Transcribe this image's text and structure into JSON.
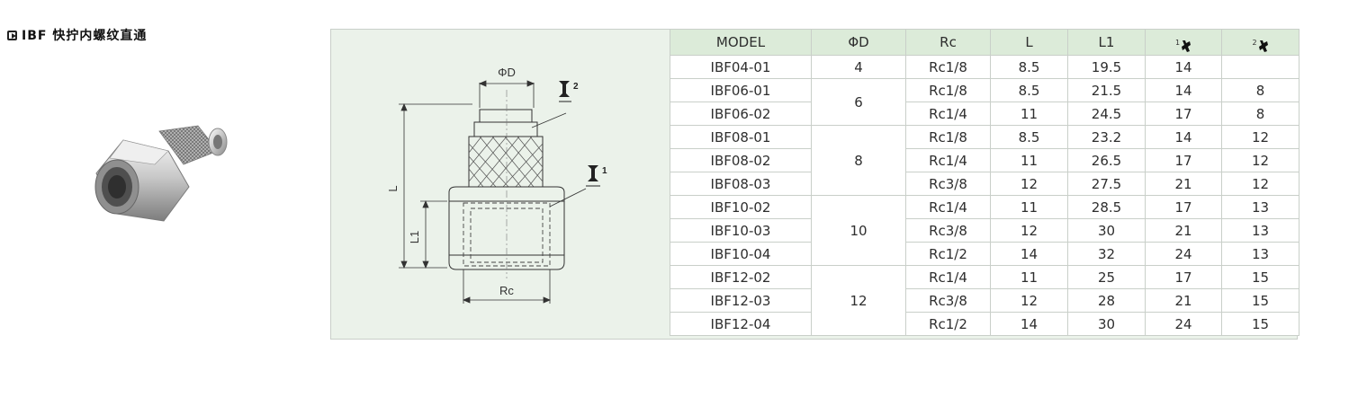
{
  "title": "IBF 快拧内螺纹直通",
  "drawing_labels": {
    "phi_d": "ΦD",
    "wrench_2": "2",
    "wrench_1": "1",
    "l": "L",
    "l1": "L1",
    "rc": "Rc"
  },
  "table": {
    "headers": [
      "MODEL",
      "ΦD",
      "Rc",
      "L",
      "L1",
      "1",
      "2"
    ],
    "groups": [
      {
        "phi_d": "4",
        "rows": [
          {
            "model": "IBF04-01",
            "rc": "Rc1/8",
            "l": "8.5",
            "l1": "19.5",
            "w1": "14",
            "w2": ""
          }
        ]
      },
      {
        "phi_d": "6",
        "rows": [
          {
            "model": "IBF06-01",
            "rc": "Rc1/8",
            "l": "8.5",
            "l1": "21.5",
            "w1": "14",
            "w2": "8"
          },
          {
            "model": "IBF06-02",
            "rc": "Rc1/4",
            "l": "11",
            "l1": "24.5",
            "w1": "17",
            "w2": "8"
          }
        ]
      },
      {
        "phi_d": "8",
        "rows": [
          {
            "model": "IBF08-01",
            "rc": "Rc1/8",
            "l": "8.5",
            "l1": "23.2",
            "w1": "14",
            "w2": "12"
          },
          {
            "model": "IBF08-02",
            "rc": "Rc1/4",
            "l": "11",
            "l1": "26.5",
            "w1": "17",
            "w2": "12"
          },
          {
            "model": "IBF08-03",
            "rc": "Rc3/8",
            "l": "12",
            "l1": "27.5",
            "w1": "21",
            "w2": "12"
          }
        ]
      },
      {
        "phi_d": "10",
        "rows": [
          {
            "model": "IBF10-02",
            "rc": "Rc1/4",
            "l": "11",
            "l1": "28.5",
            "w1": "17",
            "w2": "13"
          },
          {
            "model": "IBF10-03",
            "rc": "Rc3/8",
            "l": "12",
            "l1": "30",
            "w1": "21",
            "w2": "13"
          },
          {
            "model": "IBF10-04",
            "rc": "Rc1/2",
            "l": "14",
            "l1": "32",
            "w1": "24",
            "w2": "13"
          }
        ]
      },
      {
        "phi_d": "12",
        "rows": [
          {
            "model": "IBF12-02",
            "rc": "Rc1/4",
            "l": "11",
            "l1": "25",
            "w1": "17",
            "w2": "15"
          },
          {
            "model": "IBF12-03",
            "rc": "Rc3/8",
            "l": "12",
            "l1": "28",
            "w1": "21",
            "w2": "15"
          },
          {
            "model": "IBF12-04",
            "rc": "Rc1/2",
            "l": "14",
            "l1": "30",
            "w1": "24",
            "w2": "15"
          }
        ]
      }
    ]
  },
  "colors": {
    "header_bg": "#dcebd9",
    "frame_bg": "#ebf2ea",
    "border": "#c9cfc9"
  }
}
